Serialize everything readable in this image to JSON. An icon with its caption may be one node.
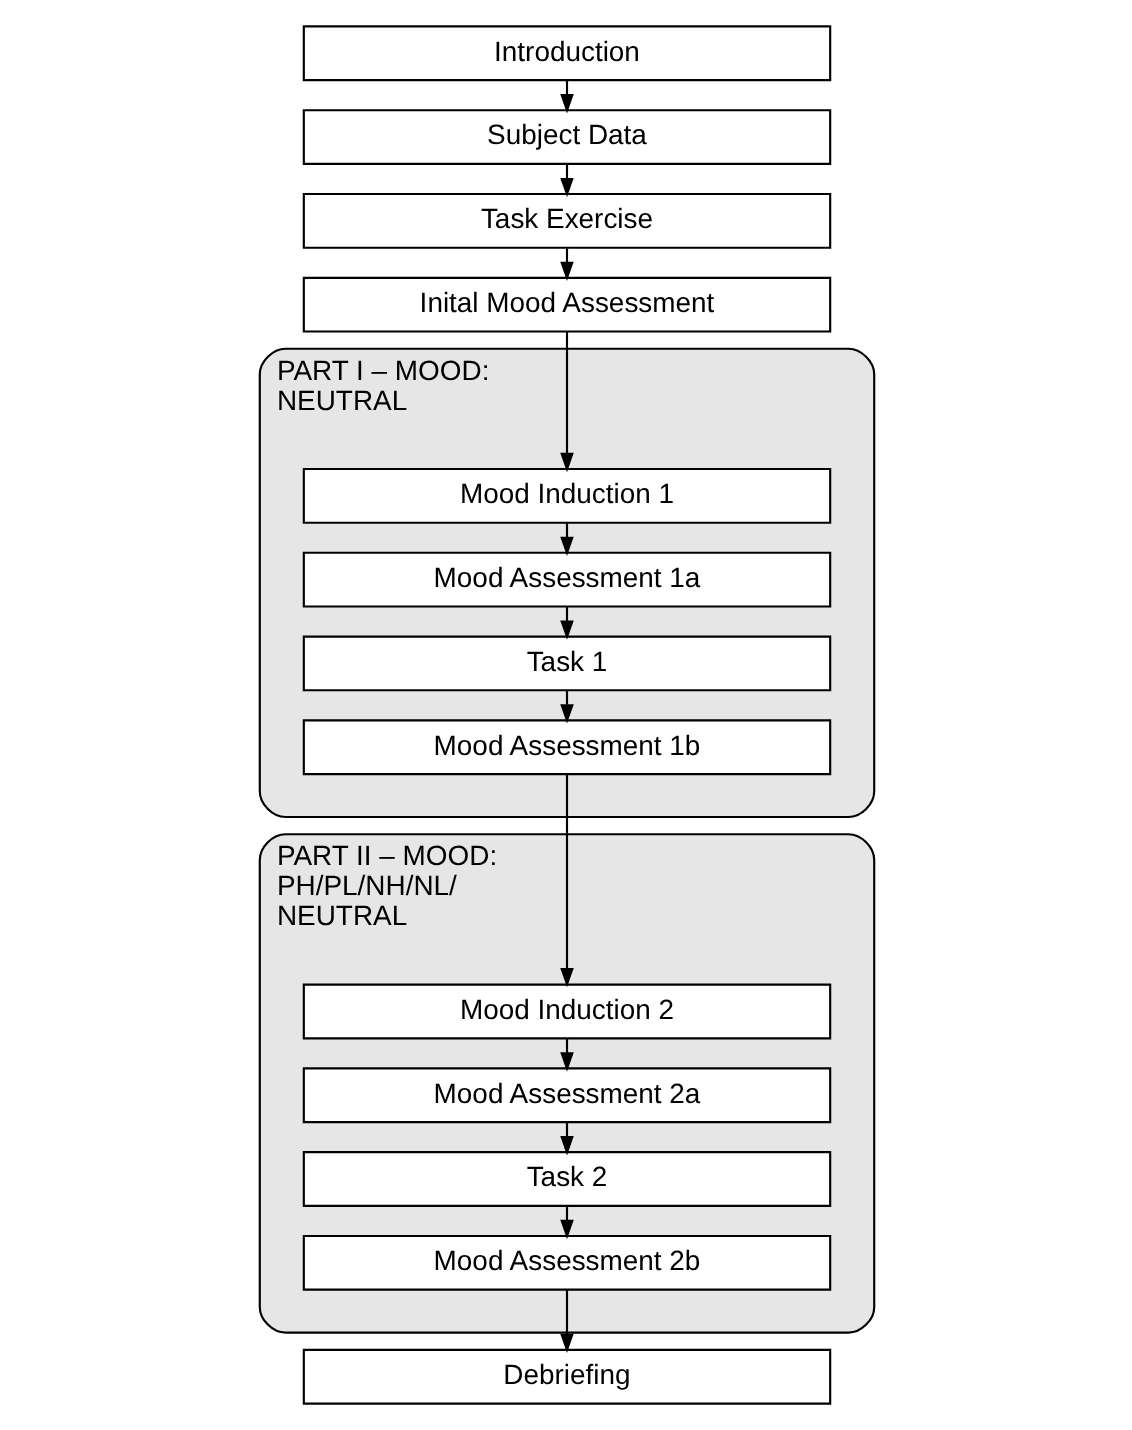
{
  "diagram": {
    "nodes": [
      {
        "text": [
          "Introduction"
        ]
      },
      {
        "text": [
          "Subject Data"
        ]
      },
      {
        "text": [
          "Task Exercise"
        ]
      },
      {
        "text": [
          "Inital Mood Assessment"
        ]
      },
      {
        "text": [
          "PART I – MOOD: NEUTRAL"
        ]
      },
      {
        "text": [
          "Mood Induction 1"
        ],
        "in": 4
      },
      {
        "text": [
          "Mood Assessment 1a"
        ],
        "in": 4
      },
      {
        "text": [
          "Task 1"
        ],
        "in": 4
      },
      {
        "text": [
          "Mood Assessment 1b"
        ],
        "in": 4
      },
      {
        "text": [
          "PART II – MOOD: PH/PL/NH/NL/ NEUTRAL"
        ]
      },
      {
        "text": [
          "Mood Induction 2"
        ],
        "in": 9
      },
      {
        "text": [
          "Mood Assessment 2a"
        ],
        "in": 9
      },
      {
        "text": [
          "Task 2"
        ],
        "in": 9
      },
      {
        "text": [
          "Mood Assessment 2b"
        ],
        "in": 9
      },
      {
        "text": [
          "Debriefing"
        ]
      }
    ],
    "edges": [
      {
        "from": 0,
        "to": 1,
        "arrow": "to"
      },
      {
        "from": 1,
        "to": 2,
        "arrow": "to"
      },
      {
        "from": 2,
        "to": 3,
        "arrow": "to"
      },
      {
        "from": 3,
        "to": 5,
        "arrow": "to"
      },
      {
        "from": 5,
        "to": 6,
        "arrow": "to"
      },
      {
        "from": 6,
        "to": 7,
        "arrow": "to"
      },
      {
        "from": 7,
        "to": 8,
        "arrow": "to"
      },
      {
        "from": 8,
        "to": 10,
        "arrow": "to"
      },
      {
        "from": 10,
        "to": 11,
        "arrow": "to"
      },
      {
        "from": 11,
        "to": 12,
        "arrow": "to"
      },
      {
        "from": 12,
        "to": 13,
        "arrow": "to"
      },
      {
        "from": 13,
        "to": 14,
        "arrow": "to"
      }
    ]
  }
}
